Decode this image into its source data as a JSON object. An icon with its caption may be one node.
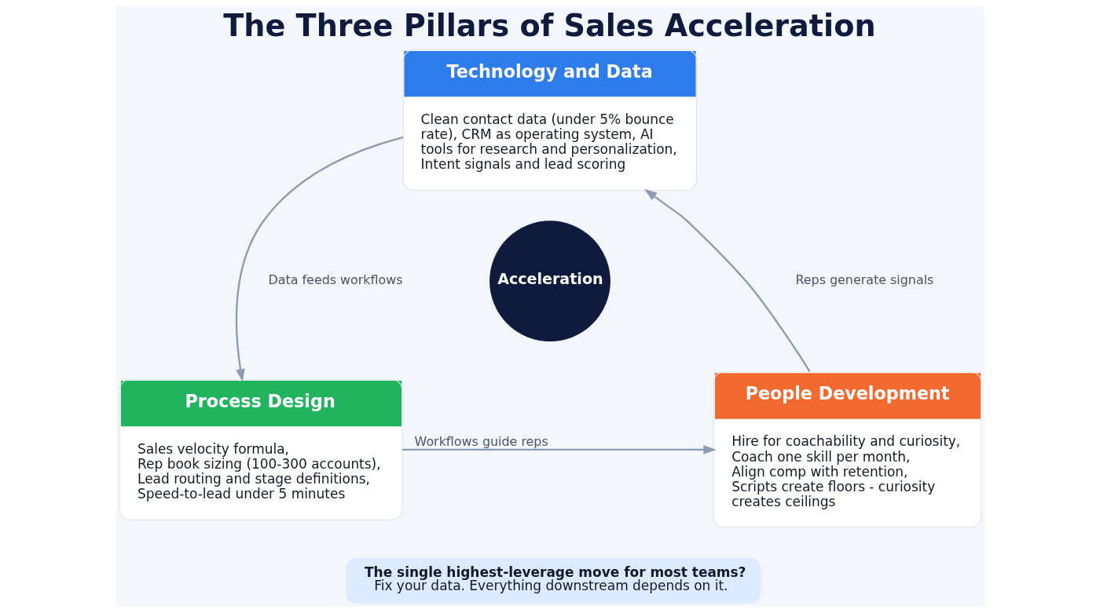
{
  "diagram": {
    "title": "The Three Pillars of Sales Acceleration",
    "nodes": [
      {
        "text": [
          "Technology and Data",
          "Clean contact data (under 5% bounce rate), CRM as operating system, AI tools for research and personalization, Intent signals and lead scoring"
        ]
      },
      {
        "text": [
          "Process Design",
          "Sales velocity formula, Rep book sizing (100-300 accounts), Lead routing and stage definitions, Speed-to-lead under 5 minutes"
        ]
      },
      {
        "text": [
          "Acceleration"
        ]
      },
      {
        "text": [
          "People Development",
          "Hire for coachability and curiosity, Coach one skill per month, Align comp with retention, Scripts create floors - curiosity creates ceilings"
        ]
      },
      {
        "text": [
          "The single highest-leverage move for most teams?",
          "Fix your data. Everything downstream depends on it."
        ]
      }
    ],
    "edges": [
      {
        "from": 0,
        "to": 1,
        "arrow": "to",
        "label": "Data feeds workflows"
      },
      {
        "from": 1,
        "to": 3,
        "arrow": "to",
        "label": "Workflows guide reps"
      },
      {
        "from": 3,
        "to": 0,
        "arrow": "to",
        "label": "Reps generate signals"
      }
    ]
  }
}
